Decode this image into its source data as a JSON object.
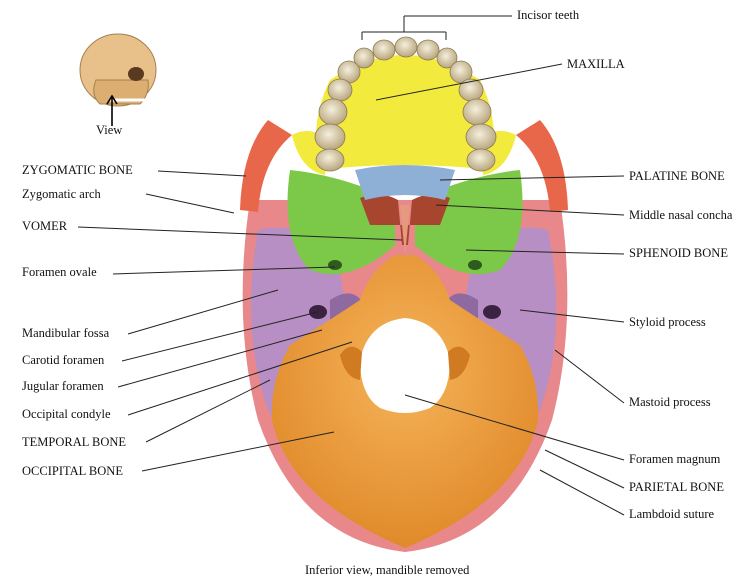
{
  "inset": {
    "caption": "View"
  },
  "caption": "Inferior view, mandible removed",
  "labels_left": {
    "zygomatic_bone": "ZYGOMATIC BONE",
    "zygomatic_arch": "Zygomatic arch",
    "vomer": "VOMER",
    "foramen_ovale": "Foramen ovale",
    "mandibular_fossa": "Mandibular fossa",
    "carotid_foramen": "Carotid foramen",
    "jugular_foramen": "Jugular foramen",
    "occipital_condyle": "Occipital condyle",
    "temporal_bone": "TEMPORAL BONE",
    "occipital_bone": "OCCIPITAL BONE"
  },
  "labels_right": {
    "incisor_teeth": "Incisor teeth",
    "maxilla": "MAXILLA",
    "palatine_bone": "PALATINE BONE",
    "middle_nasal_concha": "Middle nasal concha",
    "sphenoid_bone": "SPHENOID BONE",
    "styloid_process": "Styloid process",
    "mastoid_process": "Mastoid process",
    "foramen_magnum": "Foramen magnum",
    "parietal_bone": "PARIETAL BONE",
    "lambdoid_suture": "Lambdoid suture"
  },
  "bone_colors": {
    "maxilla": "#f2ea3c",
    "zygomatic": "#e8674a",
    "palatine": "#8fb0d6",
    "sphenoid": "#7cc94a",
    "temporal": "#b88fc4",
    "occipital": "#f0a042",
    "parietal": "#e8888a",
    "vomer": "#e59a80",
    "teeth": "#e6dcc0"
  }
}
